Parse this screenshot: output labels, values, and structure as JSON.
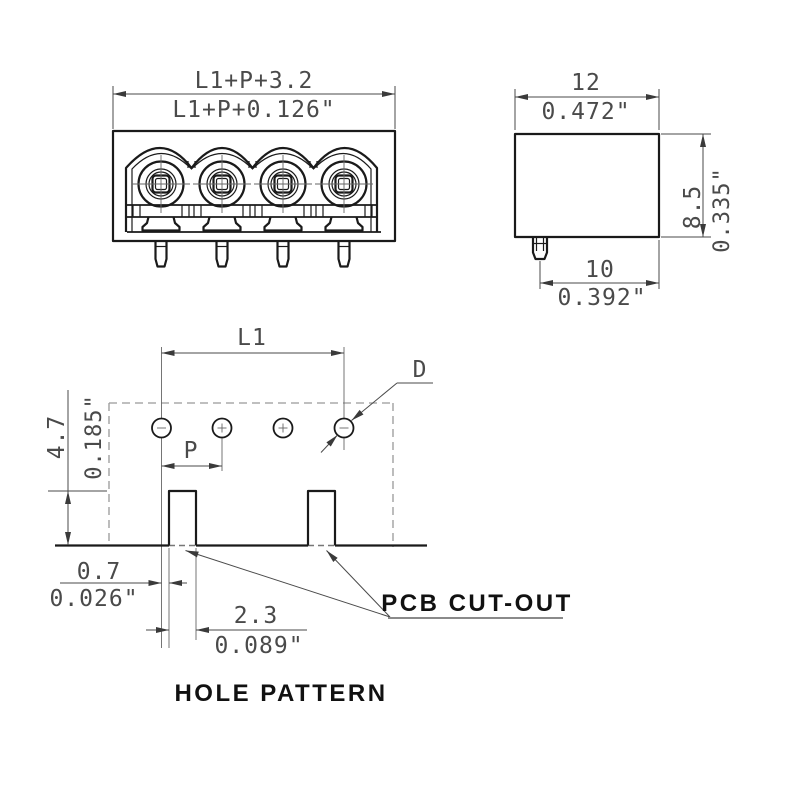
{
  "drawing": {
    "front_view": {
      "dim_width_mm": "L1+P+3.2",
      "dim_width_in": "L1+P+0.126\""
    },
    "side_view": {
      "dim_width_mm": "12",
      "dim_width_in": "0.472\"",
      "dim_height_mm": "8.5",
      "dim_height_in": "0.335\"",
      "dim_pin_to_edge_mm": "10",
      "dim_pin_to_edge_in": "0.392\""
    },
    "hole_pattern": {
      "title": "HOLE PATTERN",
      "dim_pitch_span": "L1",
      "dim_pitch": "P",
      "dim_hole_diameter": "D",
      "dim_cutout_depth_mm": "4.7",
      "dim_cutout_depth_in": "0.185\"",
      "dim_edge_offset_mm": "0.7",
      "dim_edge_offset_in": "0.026\"",
      "dim_cutout_width_mm": "2.3",
      "dim_cutout_width_in": "0.089\"",
      "cutout_label": "PCB CUT-OUT"
    },
    "colors": {
      "line": "#1a1a1a",
      "dimension": "#4a4a4a",
      "dashed": "#999999",
      "background": "#ffffff"
    }
  }
}
